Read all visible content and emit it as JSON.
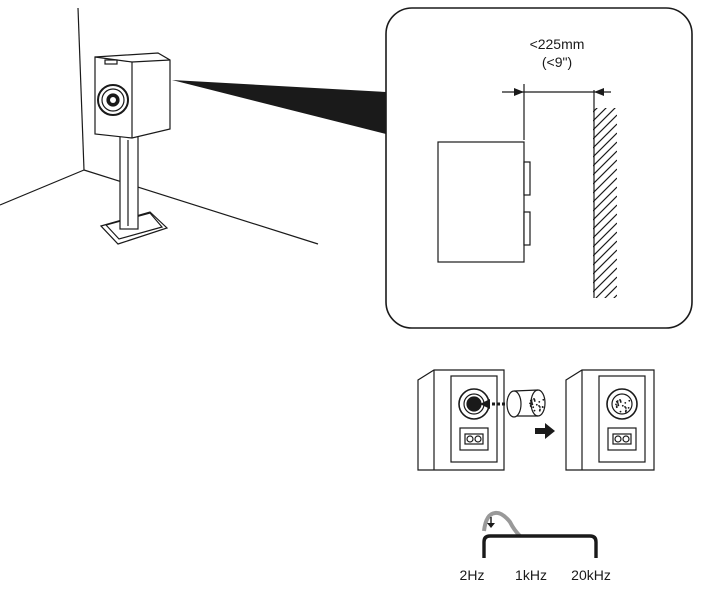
{
  "distance": {
    "metric": "<225mm",
    "imperial": "(<9\")"
  },
  "frequency_labels": [
    "2Hz",
    "1kHz",
    "20kHz"
  ],
  "colors": {
    "ink": "#1a1a1a",
    "curve_highlight": "#999999"
  }
}
